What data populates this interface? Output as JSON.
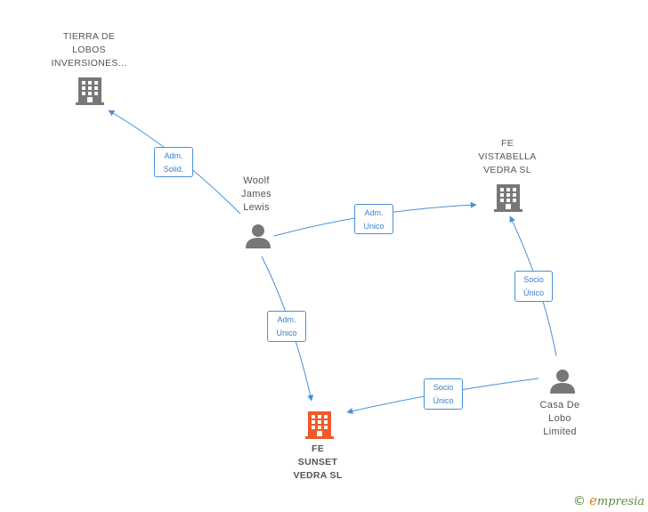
{
  "nodes": {
    "tierra": {
      "label_lines": [
        "TIERRA DE",
        "LOBOS",
        "INVERSIONES..."
      ]
    },
    "vistabella": {
      "label_lines": [
        "FE",
        "VISTABELLA",
        "VEDRA SL"
      ]
    },
    "woolf": {
      "label_lines": [
        "Woolf",
        "James",
        "Lewis"
      ]
    },
    "sunset": {
      "label_lines": [
        "FE",
        "SUNSET",
        "VEDRA SL"
      ]
    },
    "casa": {
      "label_lines": [
        "Casa De",
        "Lobo",
        "Limited"
      ]
    }
  },
  "edges": {
    "woolf_tierra": {
      "line1": "Adm.",
      "line2": "Solid."
    },
    "woolf_vistabella": {
      "line1": "Adm.",
      "line2": "Unico"
    },
    "woolf_sunset": {
      "line1": "Adm.",
      "line2": "Unico"
    },
    "casa_vistabella": {
      "line1": "Socio",
      "line2": "Único"
    },
    "casa_sunset": {
      "line1": "Socio",
      "line2": "Único"
    }
  },
  "colors": {
    "edge": "#4a90d9",
    "company_icon": "#777777",
    "main_company_icon": "#f05a28",
    "person_icon": "#777777"
  },
  "brand": {
    "copyright": "©",
    "initial": "e",
    "name": "mpresia"
  }
}
